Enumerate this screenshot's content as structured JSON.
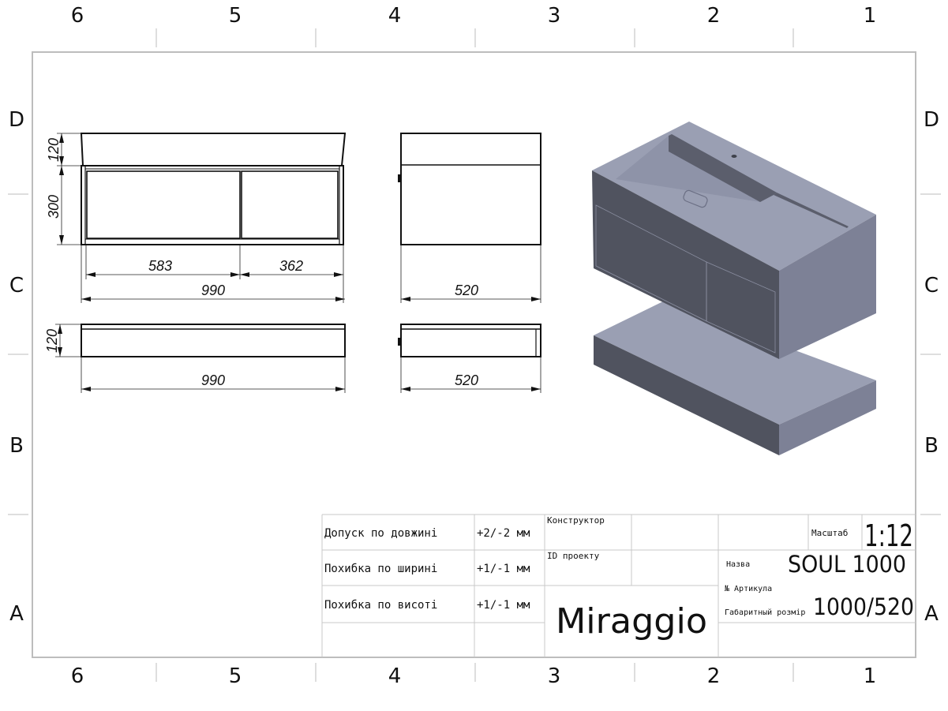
{
  "grid": {
    "columns": [
      "6",
      "5",
      "4",
      "3",
      "2",
      "1"
    ],
    "rows": [
      "D",
      "C",
      "B",
      "A"
    ]
  },
  "drawing": {
    "front_view": {
      "dim_top_height": "120",
      "dim_cabinet_height": "300",
      "dim_left_drawer": "583",
      "dim_right_drawer": "362",
      "dim_width": "990"
    },
    "base_front_view": {
      "dim_height": "120",
      "dim_width": "990"
    },
    "side_view": {
      "dim_depth": "520"
    },
    "base_side_view": {
      "dim_depth": "520"
    },
    "iso_colors": {
      "top": "#9a9fb3",
      "front": "#50535f",
      "right": "#7d8196",
      "recess": "#5b5e6c"
    }
  },
  "title_block": {
    "tolerances": [
      {
        "label": "Допуск по довжині",
        "value": "+2/-2 мм"
      },
      {
        "label": "Похибка по ширині",
        "value": "+1/-1 мм"
      },
      {
        "label": "Похибка по висоті",
        "value": "+1/-1 мм"
      }
    ],
    "designer_label": "Конструктор",
    "project_id_label": "ID проекту",
    "brand": "Miraggio",
    "scale_label": "Масштаб",
    "scale_value": "1:12",
    "name_label": "Назва",
    "name_value": "SOUL 1000",
    "article_label": "№ Артикула",
    "size_label": "Габаритный розмір",
    "size_value": "1000/520"
  }
}
